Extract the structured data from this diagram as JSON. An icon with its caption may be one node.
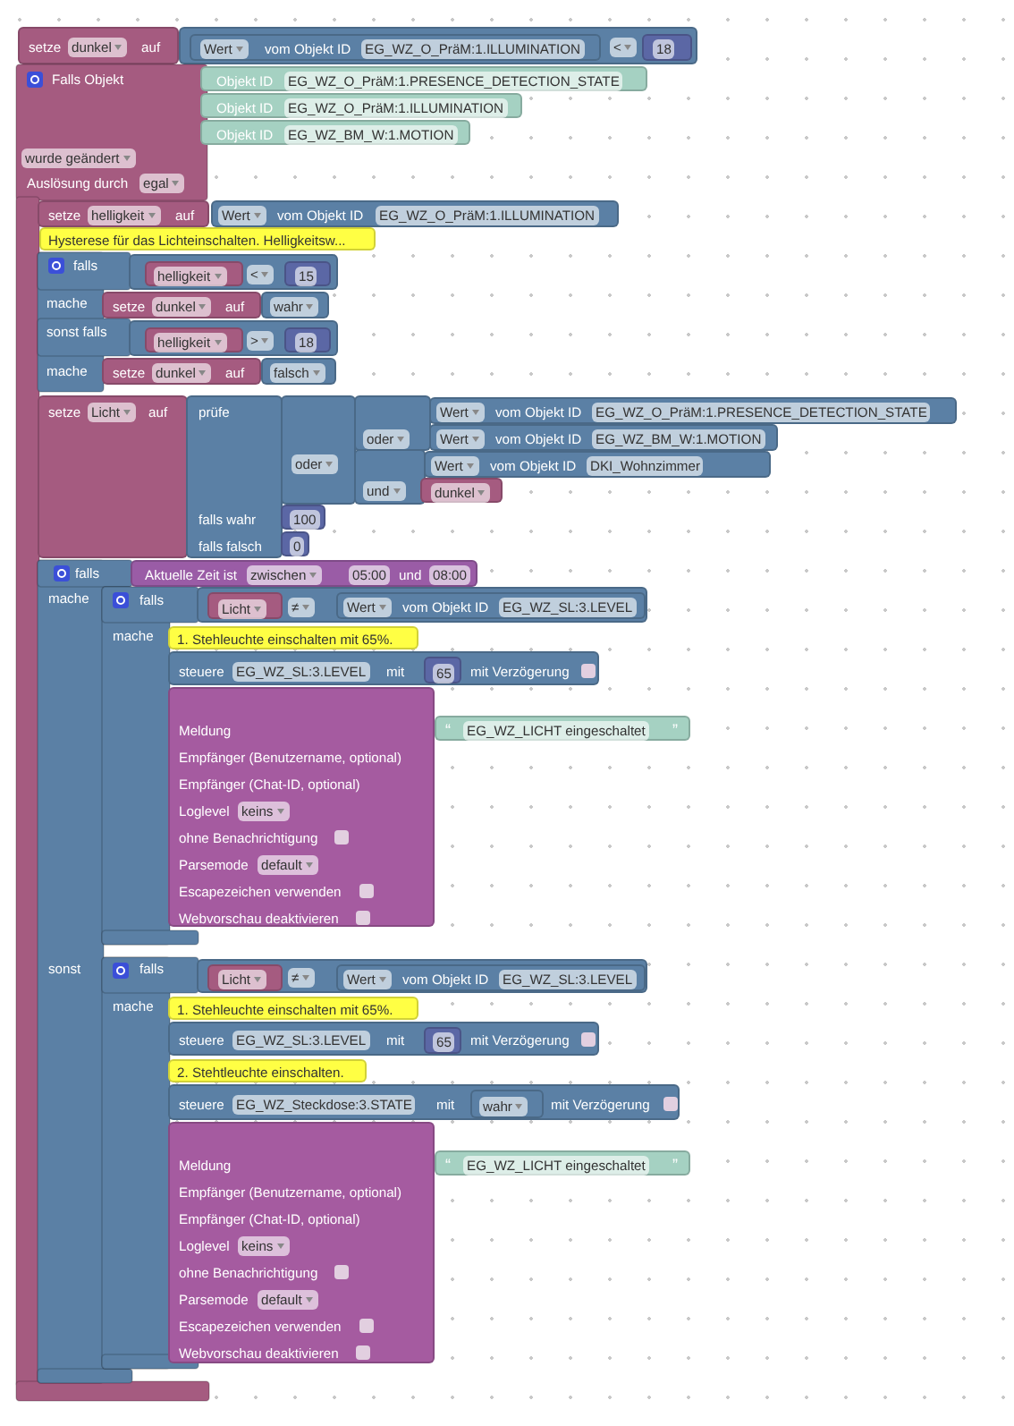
{
  "diagram": {
    "nodes": [
      {
        "text": [
          "setze",
          "dunkel",
          "auf"
        ]
      },
      {
        "text": [
          "<"
        ]
      },
      {
        "text": [
          "Wert",
          "vom Objekt ID",
          "EG_WZ_O_PräM:1.ILLUMINATION"
        ],
        "in": 1
      },
      {
        "text": [
          "18"
        ],
        "in": 1
      },
      {
        "text": [
          "Falls Objekt",
          "wurde geändert",
          "Auslösung durch",
          "egal"
        ]
      },
      {
        "text": [
          "Objekt ID",
          "EG_WZ_O_PräM:1.PRESENCE_DETECTION_STATE"
        ]
      },
      {
        "text": [
          "Objekt ID",
          "EG_WZ_O_PräM:1.ILLUMINATION"
        ]
      },
      {
        "text": [
          "Objekt ID",
          "EG_WZ_BM_W:1.MOTION"
        ]
      },
      {
        "text": [
          "setze",
          "helligkeit",
          "auf"
        ],
        "in": 4
      },
      {
        "text": [
          "Wert",
          "vom Objekt ID",
          "EG_WZ_O_PräM:1.ILLUMINATION"
        ]
      },
      {
        "text": [
          "Hysterese für das Lichteinschalten. Helligkeitsw..."
        ]
      },
      {
        "text": [
          "falls",
          "mache",
          "sonst falls",
          "mache"
        ],
        "in": 4
      },
      {
        "text": [
          "<"
        ]
      },
      {
        "text": [
          "helligkeit"
        ],
        "in": 12
      },
      {
        "text": [
          "15"
        ],
        "in": 12
      },
      {
        "text": [
          "setze",
          "dunkel",
          "auf"
        ]
      },
      {
        "text": [
          "wahr"
        ]
      },
      {
        "text": [
          ">"
        ]
      },
      {
        "text": [
          "helligkeit"
        ],
        "in": 17
      },
      {
        "text": [
          "18"
        ],
        "in": 17
      },
      {
        "text": [
          "setze",
          "dunkel",
          "auf"
        ]
      },
      {
        "text": [
          "falsch"
        ]
      },
      {
        "text": [
          "setze",
          "Licht",
          "auf"
        ],
        "in": 4
      },
      {
        "text": [
          "prüfe",
          "falls wahr",
          "falls falsch"
        ]
      },
      {
        "text": [
          "oder"
        ]
      },
      {
        "text": [
          "oder"
        ]
      },
      {
        "text": [
          "Wert",
          "vom Objekt ID",
          "EG_WZ_O_PräM:1.PRESENCE_DETECTION_STATE"
        ]
      },
      {
        "text": [
          "Wert",
          "vom Objekt ID",
          "EG_WZ_BM_W:1.MOTION"
        ]
      },
      {
        "text": [
          "und"
        ]
      },
      {
        "text": [
          "Wert",
          "vom Objekt ID",
          "DKI_Wohnzimmer"
        ]
      },
      {
        "text": [
          "dunkel"
        ]
      },
      {
        "text": [
          "100"
        ]
      },
      {
        "text": [
          "0"
        ]
      },
      {
        "text": [
          "falls",
          "mache",
          "sonst"
        ],
        "in": 4
      },
      {
        "text": [
          "Aktuelle Zeit ist",
          "zwischen",
          "05:00",
          "und",
          "08:00"
        ]
      },
      {
        "text": [
          "falls",
          "mache"
        ],
        "in": 4
      },
      {
        "text": [
          "≠"
        ]
      },
      {
        "text": [
          "Licht"
        ],
        "in": 36
      },
      {
        "text": [
          "Wert",
          "vom Objekt ID",
          "EG_WZ_SL:3.LEVEL"
        ],
        "in": 36
      },
      {
        "text": [
          "1. Stehleuchte einschalten mit 65%."
        ]
      },
      {
        "text": [
          "steuere",
          "EG_WZ_SL:3.LEVEL",
          "mit",
          "mit Verzögerung"
        ]
      },
      {
        "text": [
          "65"
        ],
        "in": 40
      },
      {
        "text": [
          "Meldung",
          "Empfänger (Benutzername, optional)",
          "Empfänger (Chat-ID, optional)",
          "Loglevel",
          "keins",
          "ohne Benachrichtigung",
          "Parsemode",
          "default",
          "Escapezeichen verwenden",
          "Webvorschau deaktivieren"
        ]
      },
      {
        "text": [
          "“",
          "EG_WZ_LICHT eingeschaltet",
          "”"
        ]
      },
      {
        "text": [
          "falls",
          "mache"
        ],
        "in": 4
      },
      {
        "text": [
          "≠"
        ]
      },
      {
        "text": [
          "Licht"
        ],
        "in": 45
      },
      {
        "text": [
          "Wert",
          "vom Objekt ID",
          "EG_WZ_SL:3.LEVEL"
        ],
        "in": 45
      },
      {
        "text": [
          "1. Stehleuchte einschalten mit 65%."
        ]
      },
      {
        "text": [
          "steuere",
          "EG_WZ_SL:3.LEVEL",
          "mit",
          "mit Verzögerung"
        ]
      },
      {
        "text": [
          "65"
        ],
        "in": 49
      },
      {
        "text": [
          "2. Stehtleuchte einschalten."
        ]
      },
      {
        "text": [
          "steuere",
          "EG_WZ_Steckdose:3.STATE",
          "mit",
          "mit Verzögerung"
        ]
      },
      {
        "text": [
          "wahr"
        ],
        "in": 52
      },
      {
        "text": [
          "Meldung",
          "Empfänger (Benutzername, optional)",
          "Empfänger (Chat-ID, optional)",
          "Loglevel",
          "keins",
          "ohne Benachrichtigung",
          "Parsemode",
          "default",
          "Escapezeichen verwenden",
          "Webvorschau deaktivieren"
        ]
      },
      {
        "text": [
          "“",
          "EG_WZ_LICHT eingeschaltet",
          "”"
        ]
      }
    ]
  }
}
